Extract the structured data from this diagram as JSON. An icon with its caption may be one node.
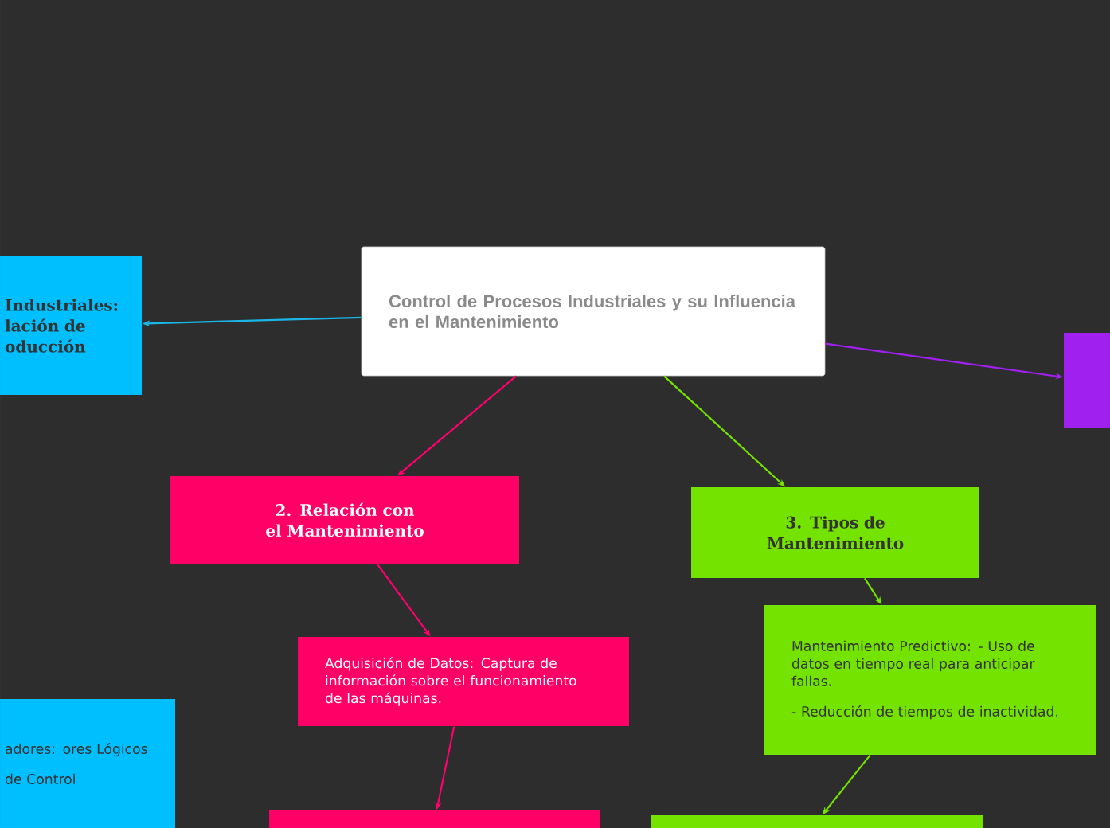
{
  "diagram": {
    "nodes": [
      {
        "text": [
          "Control de Procesos Industriales y su Influencia en el Mantenimiento"
        ]
      },
      {
        "text": [
          "Industriales: lación de oducción"
        ]
      },
      {
        "text": [],
        "shape": "box"
      },
      {
        "text": [
          "2. Relación con el Mantenimiento"
        ]
      },
      {
        "text": [
          "3. Tipos de Mantenimiento"
        ]
      },
      {
        "text": [
          "Adquisición de Datos:  Captura de información sobre el funcionamiento de las máquinas."
        ]
      },
      {
        "text": [
          "adores: ores Lógicos",
          "de Control"
        ]
      },
      {
        "text": [
          "Mantenimiento Predictivo: - Uso de datos en tiempo real para anticipar fallas.",
          "- Reducción de tiempos de inactividad."
        ]
      },
      {
        "text": [],
        "shape": "box"
      },
      {
        "text": [],
        "shape": "box"
      }
    ],
    "edges": [
      {
        "from": 0,
        "to": 1,
        "arrow": "to",
        "color": "#1ab6e8"
      },
      {
        "from": 0,
        "to": 2,
        "arrow": "to",
        "color": "#a020f0"
      },
      {
        "from": 0,
        "to": 3,
        "arrow": "to",
        "color": "#ff006e"
      },
      {
        "from": 0,
        "to": 4,
        "arrow": "to",
        "color": "#74e300"
      },
      {
        "from": 3,
        "to": 5,
        "arrow": "to",
        "color": "#ff006e"
      },
      {
        "from": 4,
        "to": 7,
        "arrow": "to",
        "color": "#74e300"
      },
      {
        "from": 5,
        "to": 8,
        "arrow": "to",
        "color": "#ff006e"
      },
      {
        "from": 7,
        "to": 9,
        "arrow": "to",
        "color": "#74e300"
      }
    ]
  }
}
